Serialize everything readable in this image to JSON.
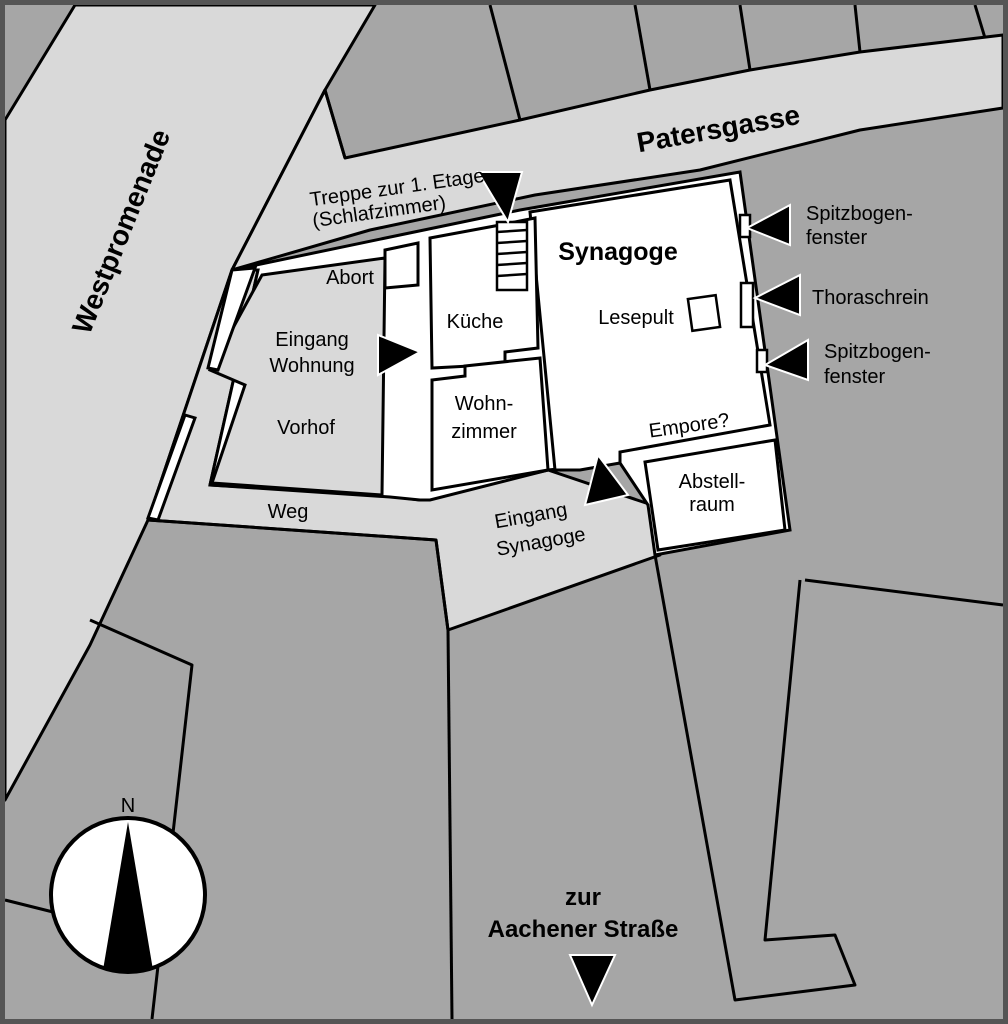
{
  "colors": {
    "block": "#a6a6a6",
    "street": "#d9d9d9",
    "building": "#ffffff",
    "line": "#000000"
  },
  "streets": {
    "westpromenade": "Westpromenade",
    "patersgasse": "Patersgasse",
    "weg": "Weg",
    "aachener_line1": "zur",
    "aachener_line2": "Aachener Straße"
  },
  "rooms": {
    "synagoge": "Synagoge",
    "lesepult": "Lesepult",
    "kueche": "Küche",
    "abort": "Abort",
    "vorhof": "Vorhof",
    "wohnzimmer_line1": "Wohn-",
    "wohnzimmer_line2": "zimmer",
    "empore": "Empore?",
    "abstellraum_line1": "Abstell-",
    "abstellraum_line2": "raum"
  },
  "annotations": {
    "treppe_line1": "Treppe zur 1. Etage",
    "treppe_line2": "(Schlafzimmer)",
    "eingang_wohnung_line1": "Eingang",
    "eingang_wohnung_line2": "Wohnung",
    "eingang_synagoge_line1": "Eingang",
    "eingang_synagoge_line2": "Synagoge",
    "spitzbogen1_line1": "Spitzbogen-",
    "spitzbogen1_line2": "fenster",
    "thoraschrein": "Thoraschrein",
    "spitzbogen2_line1": "Spitzbogen-",
    "spitzbogen2_line2": "fenster"
  },
  "compass": {
    "north_label": "N",
    "icon": "compass-rose-icon"
  }
}
